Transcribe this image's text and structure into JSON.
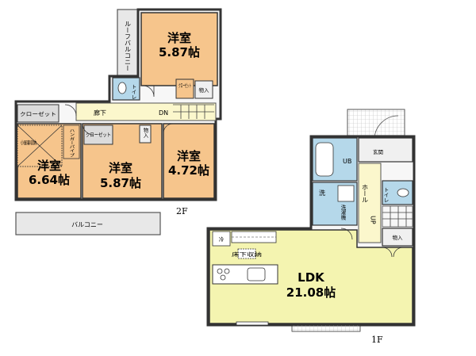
{
  "floor2": {
    "tag": "2F",
    "rooms": {
      "western_top": {
        "name": "洋室",
        "size": "5.87帖"
      },
      "western_left": {
        "name": "洋室",
        "size": "6.64帖"
      },
      "western_mid": {
        "name": "洋室",
        "size": "5.87帖"
      },
      "western_right": {
        "name": "洋室",
        "size": "4.72帖"
      }
    },
    "roof_balcony": "ルーフバルコニー",
    "balcony": "バルコニー",
    "hallway": "廊下",
    "stair_dn": "DN",
    "toilet": "トイレ",
    "closet_a": "クローゼット",
    "closet_b": "クローゼット",
    "closet_c": "クローゼット",
    "storage_a": "物入",
    "storage_b": "物入",
    "loft_storage": "小屋裏収納",
    "hanger_pipe": "ハンガーパイプ"
  },
  "floor1": {
    "tag": "1F",
    "ldk": {
      "name": "LDK",
      "size": "21.08帖"
    },
    "ub": "UB",
    "entrance": "玄関",
    "hall": "ホール",
    "stair_up": "UP",
    "toilet": "トイレ",
    "washroom": "洗",
    "laundry": "洗濯機",
    "storage": "物入",
    "fridge": "冷",
    "floor_storage": "床下収納"
  }
}
